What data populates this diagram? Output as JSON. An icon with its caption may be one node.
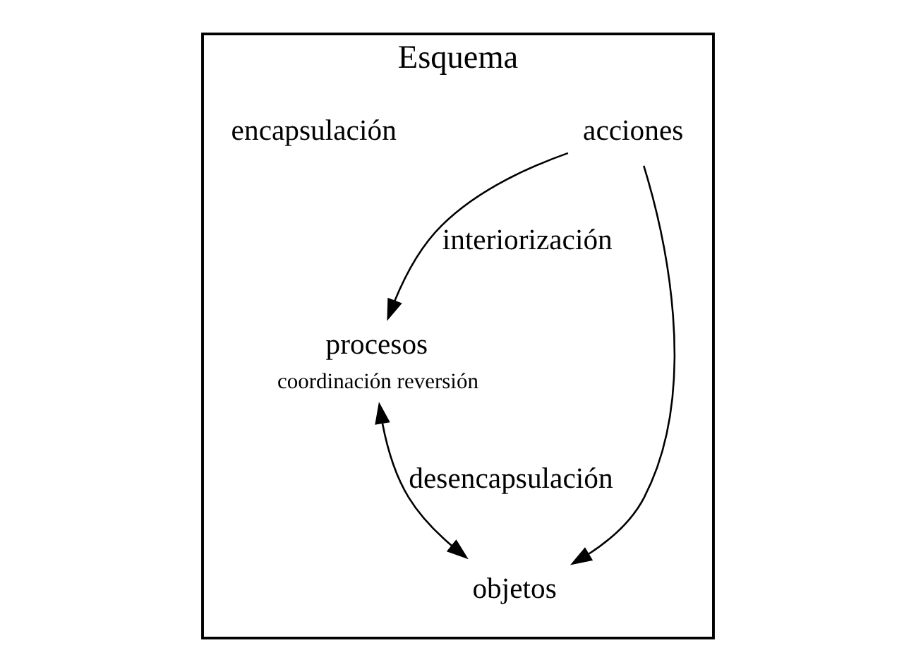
{
  "diagram": {
    "nodes": [
      {
        "text": [
          "Esquema"
        ]
      },
      {
        "text": [
          "acciones"
        ],
        "in": 0
      },
      {
        "text": [
          "procesos"
        ],
        "in": 0,
        "beside": [
          "coordinación reversión"
        ]
      },
      {
        "text": [
          "objetos"
        ],
        "in": 0
      }
    ],
    "edges": [
      {
        "from": 1,
        "to": 2,
        "arrow": "to",
        "label": "interiorización"
      },
      {
        "from": 1,
        "to": 3,
        "arrow": "to"
      },
      {
        "from": 2,
        "to": 3,
        "arrow": "both",
        "label": "desencapsulación"
      }
    ],
    "labels": [
      "encapsulación"
    ]
  }
}
